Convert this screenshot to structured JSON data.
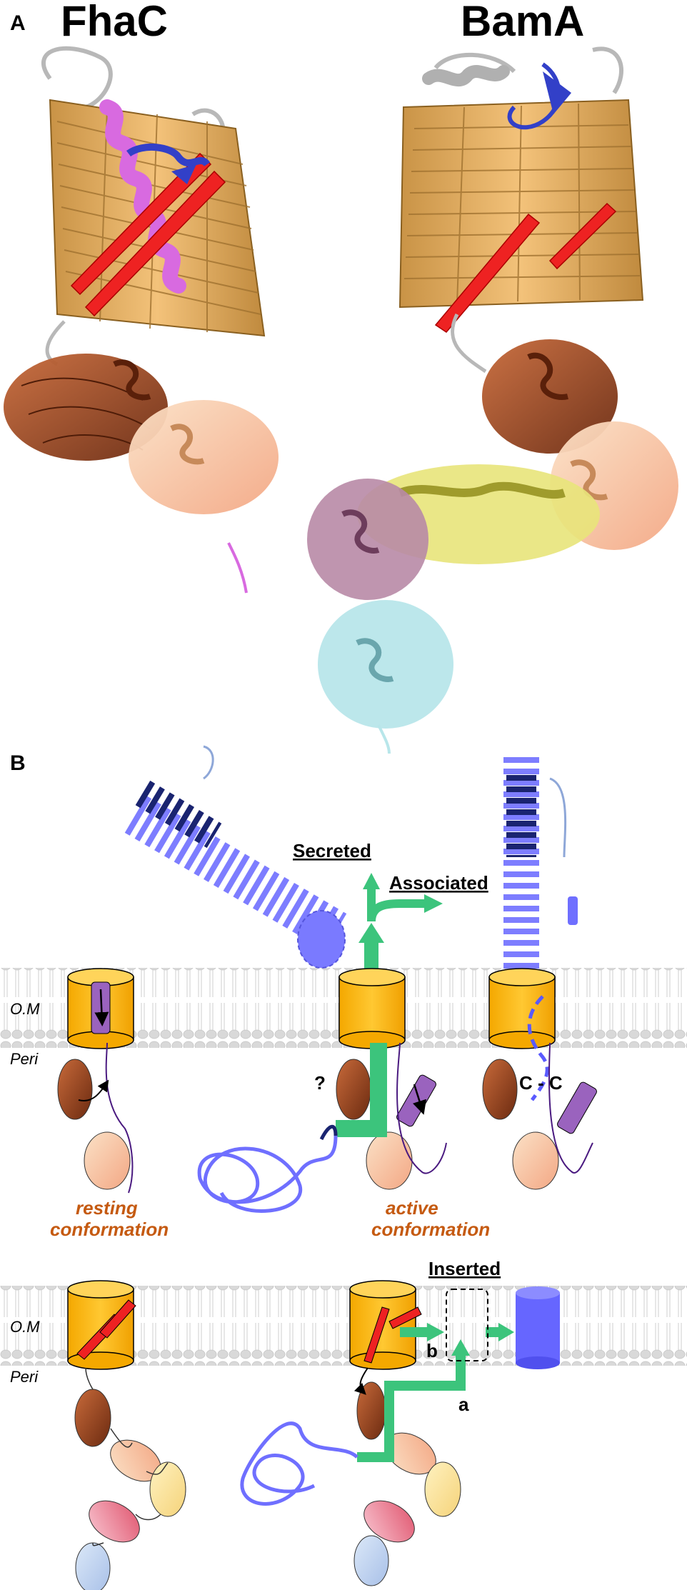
{
  "panel_a": {
    "label": "A",
    "left_title": "FhaC",
    "right_title": "BamA"
  },
  "panel_b": {
    "label": "B",
    "secreted": "Secreted",
    "associated": "Associated",
    "inserted": "Inserted",
    "om_label": "O.M",
    "peri_label": "Peri",
    "question": "?",
    "cc_label": "C - C",
    "resting": [
      "resting",
      "conformation"
    ],
    "active": [
      "active",
      "conformation"
    ],
    "path_a": "a",
    "path_b": "b"
  },
  "colors": {
    "barrel_tan": "#d9a85a",
    "barrel_orange": "#fbbd0d",
    "strand_red": "#ee2222",
    "helix_magenta": "#d86ae0",
    "loop_blue": "#3240c8",
    "potra_brown": "#8b3a1c",
    "potra_peach": "#f2c79f",
    "potra_yellow": "#e8e47a",
    "potra_pink": "#b889a6",
    "potra_cyan": "#b8e6ea",
    "substrate_blue": "#6f6fff",
    "arrow_green": "#3cc47c",
    "conformation_text": "#c55a11"
  }
}
